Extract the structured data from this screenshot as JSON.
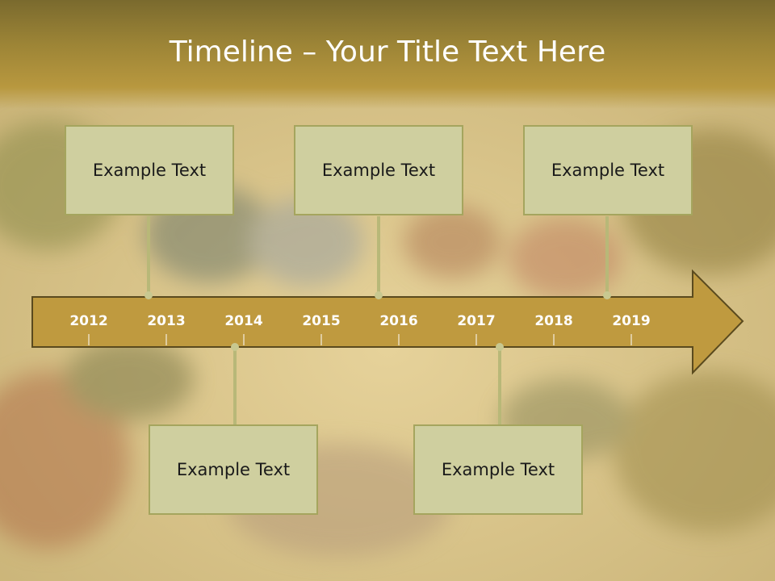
{
  "title": "Timeline – Your Title Text Here",
  "years": [
    "2012",
    "2013",
    "2014",
    "2015",
    "2016",
    "2017",
    "2018",
    "2019"
  ],
  "callouts": {
    "top": [
      "Example Text",
      "Example Text",
      "Example Text"
    ],
    "bottom": [
      "Example Text",
      "Example Text"
    ]
  },
  "colors": {
    "arrow_fill": "#bf9a3f",
    "arrow_stroke": "#5a4a1e",
    "box_fill": "#cfcf9f",
    "box_border": "#a5a55e",
    "connector": "#b8b878"
  }
}
